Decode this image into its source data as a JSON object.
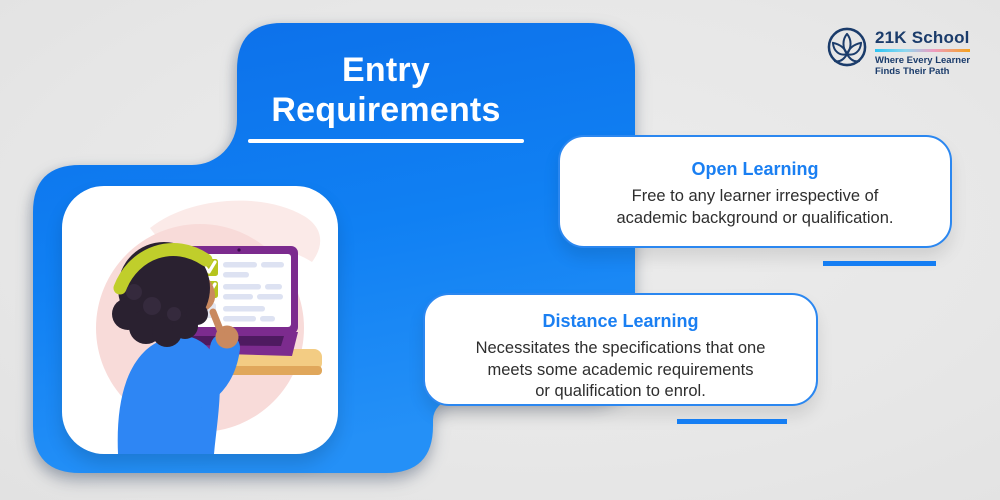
{
  "header": {
    "title_line1": "Entry",
    "title_line2": "Requirements"
  },
  "logo": {
    "name": "21K School",
    "tagline_line1": "Where Every Learner",
    "tagline_line2": "Finds Their Path"
  },
  "cards": [
    {
      "title": "Open Learning",
      "lines": [
        "Free to any learner irrespective of",
        "academic background or qualification."
      ]
    },
    {
      "title": "Distance Learning",
      "lines": [
        "Necessitates the specifications that one",
        "meets some academic requirements",
        "or qualification to enrol."
      ]
    }
  ],
  "colors": {
    "background": "#e9e9e9",
    "primary_blue": "#0f7cf2",
    "card_border_blue": "#2b87f0",
    "card_title_blue": "#1a7ff2",
    "body_text": "#2e2e2e",
    "title_text": "#ffffff",
    "logo_navy": "#1b3c6b",
    "accent_line": "#157ef3"
  },
  "illustration": {
    "alt": "learner-pointing-at-checklist-on-laptop"
  }
}
